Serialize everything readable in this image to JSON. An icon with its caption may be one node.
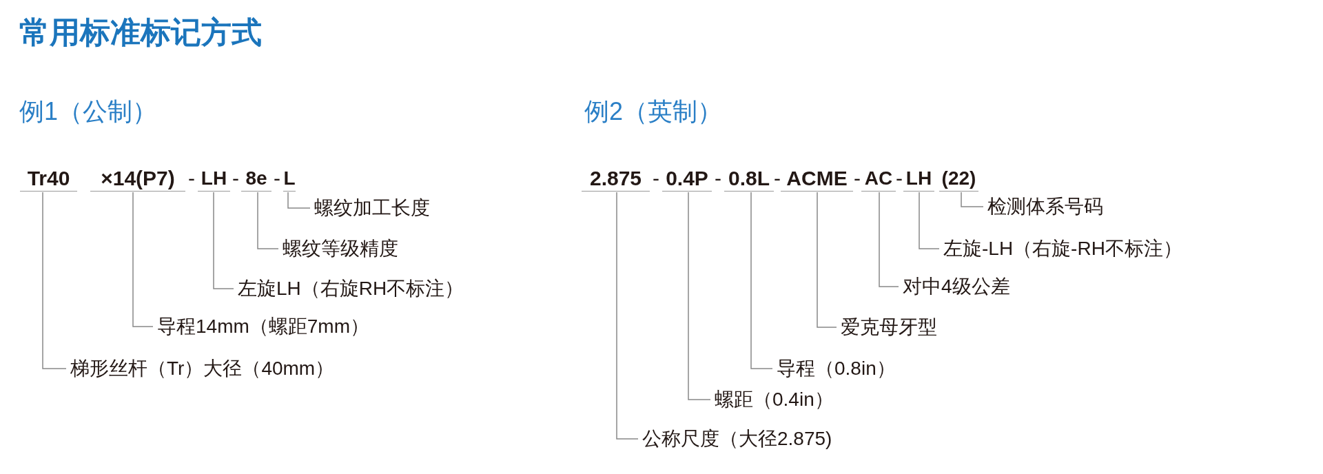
{
  "diagram": {
    "title": "常用标准标记方式",
    "nodes": [
      {
        "text": [
          "Tr40"
        ]
      },
      {
        "text": [
          "×14(P7)"
        ]
      },
      {
        "text": [
          "LH"
        ]
      },
      {
        "text": [
          "8e"
        ]
      },
      {
        "text": [
          "L"
        ]
      },
      {
        "text": [
          "螺纹加工长度"
        ]
      },
      {
        "text": [
          "螺纹等级精度"
        ]
      },
      {
        "text": [
          "左旋LH（右旋RH不标注）"
        ]
      },
      {
        "text": [
          "导程14mm（螺距7mm）"
        ]
      },
      {
        "text": [
          "梯形丝杆（Tr）大径（40mm）"
        ]
      },
      {
        "text": [
          "2.875"
        ]
      },
      {
        "text": [
          "0.4P"
        ]
      },
      {
        "text": [
          "0.8L"
        ]
      },
      {
        "text": [
          "ACME"
        ]
      },
      {
        "text": [
          "AC"
        ]
      },
      {
        "text": [
          "LH"
        ]
      },
      {
        "text": [
          "(22)"
        ]
      },
      {
        "text": [
          "检测体系号码"
        ]
      },
      {
        "text": [
          "左旋-LH（右旋-RH不标注）"
        ]
      },
      {
        "text": [
          "对中4级公差"
        ]
      },
      {
        "text": [
          "爱克母牙型"
        ]
      },
      {
        "text": [
          "导程（0.8in）"
        ]
      },
      {
        "text": [
          "螺距（0.4in）"
        ]
      },
      {
        "text": [
          "公称尺度（大径2.875)"
        ]
      }
    ],
    "edges": [
      {
        "from": 0,
        "to": 9,
        "arrow": "none"
      },
      {
        "from": 1,
        "to": 8,
        "arrow": "none"
      },
      {
        "from": 2,
        "to": 7,
        "arrow": "none"
      },
      {
        "from": 3,
        "to": 6,
        "arrow": "none"
      },
      {
        "from": 4,
        "to": 5,
        "arrow": "none"
      },
      {
        "from": 10,
        "to": 23,
        "arrow": "none"
      },
      {
        "from": 11,
        "to": 22,
        "arrow": "none"
      },
      {
        "from": 12,
        "to": 21,
        "arrow": "none"
      },
      {
        "from": 13,
        "to": 20,
        "arrow": "none"
      },
      {
        "from": 14,
        "to": 19,
        "arrow": "none"
      },
      {
        "from": 15,
        "to": 18,
        "arrow": "none"
      },
      {
        "from": 16,
        "to": 17,
        "arrow": "none"
      }
    ],
    "labels": [
      "例1（公制）",
      "例2（英制）",
      "-",
      "-",
      "-",
      "-",
      "-",
      "-",
      "-",
      "-"
    ]
  }
}
